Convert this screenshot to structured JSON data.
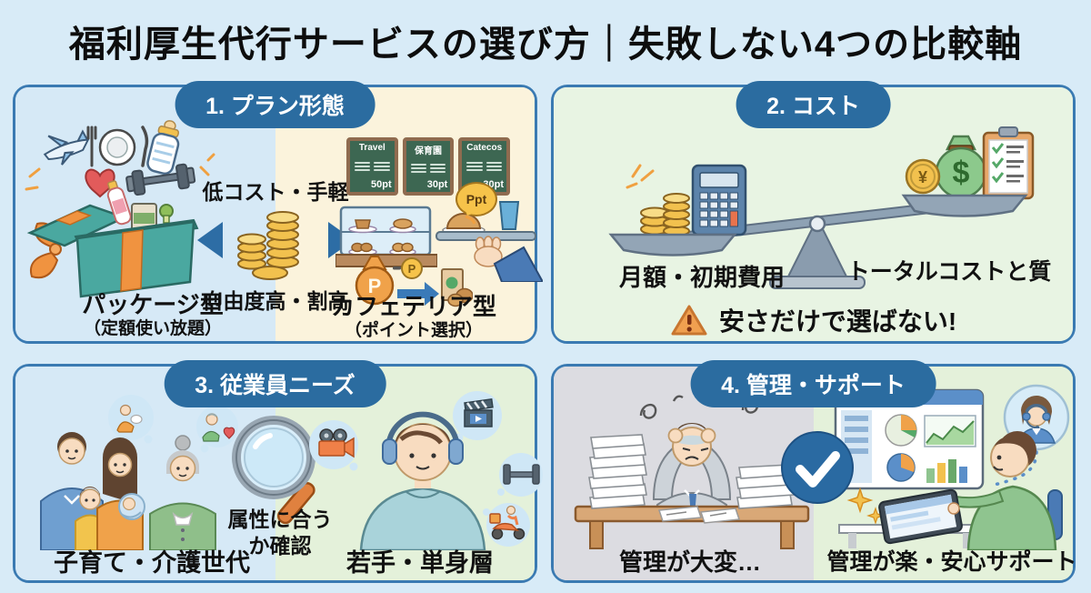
{
  "title": "福利厚生代行サービスの選び方｜失敗しない4つの比較軸",
  "panels": {
    "plan": {
      "header": "1. プラン形態",
      "package_label": "パッケージ型",
      "package_sublabel": "（定額使い放題）",
      "compare_top": "低コスト・手軽",
      "compare_bottom": "自由度高・割高",
      "cafeteria_label": "カフェテリア型",
      "cafeteria_sublabel": "（ポイント選択）",
      "boards": [
        {
          "name": "Travel",
          "points": "50pt"
        },
        {
          "name": "保育園",
          "points": "30pt"
        },
        {
          "name": "Catecos",
          "points": "30pt"
        }
      ],
      "point_bubble": "Ppt"
    },
    "cost": {
      "header": "2. コスト",
      "left_label": "月額・初期費用",
      "right_label": "トータルコストと質",
      "warning": "安さだけで選ばない!"
    },
    "needs": {
      "header": "3. 従業員ニーズ",
      "left_label": "子育て・介護世代",
      "check_line1": "属性に合う",
      "check_line2": "か確認",
      "right_label": "若手・単身層"
    },
    "support": {
      "header": "4. 管理・サポート",
      "left_label": "管理が大変…",
      "right_label": "管理が楽・安心サポート"
    }
  },
  "colors": {
    "page_background": "#d8ebf7",
    "panel_border": "#3a7ab2",
    "header_pill": "#2b6ca0",
    "half_blue": "#d6e9f6",
    "half_cream": "#fbf3dc",
    "half_green": "#e4f1da",
    "half_gray": "#dcdce1",
    "cost_background": "#e8f4e3",
    "coin_gold": "#f2c14e",
    "accent_orange": "#f09340",
    "warning_orange": "#f0a050",
    "check_blue": "#2a6aa2",
    "box_teal": "#4aa8a0"
  },
  "icons": {
    "warning_icon": "triangle-exclamation",
    "check_circle_icon": "circle-check",
    "magnifier_icon": "magnifying-glass",
    "coin_icon": "coin-stack",
    "gift_icon": "open-gift-box",
    "scale_icon": "balance-scale"
  }
}
